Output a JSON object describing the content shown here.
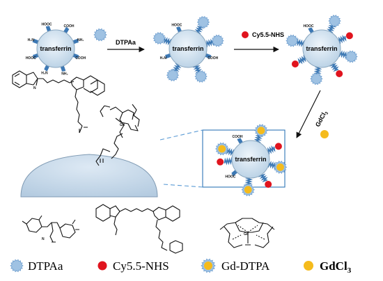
{
  "labels": {
    "particle": "transferrin",
    "group_cooh": "COOH",
    "group_hooc": "HOOC",
    "group_nh2": "NH₂",
    "group_h2n": "H₂N"
  },
  "steps": {
    "step1": "DTPAa",
    "step2": "Cy5.5-NHS",
    "step3_main": "GdCl",
    "step3_sub": "3"
  },
  "legend": {
    "dtpaa": "DTPAa",
    "cy55": "Cy5.5-NHS",
    "gd_dtpa": "Gd-DTPA",
    "gdcl3_main": "GdCl",
    "gdcl3_sub": "3"
  },
  "colors": {
    "particle_fill": "#c7dceb",
    "particle_stroke": "#8aa7bf",
    "dtpaa_blue": "#9fc2e3",
    "cy55_red": "#e0141e",
    "gd_yellow": "#f5bb1c",
    "linker_blue": "#3c78b4",
    "linker_teal": "#2aa198",
    "arrow": "#111111",
    "callout_box": "#2e75b6"
  }
}
